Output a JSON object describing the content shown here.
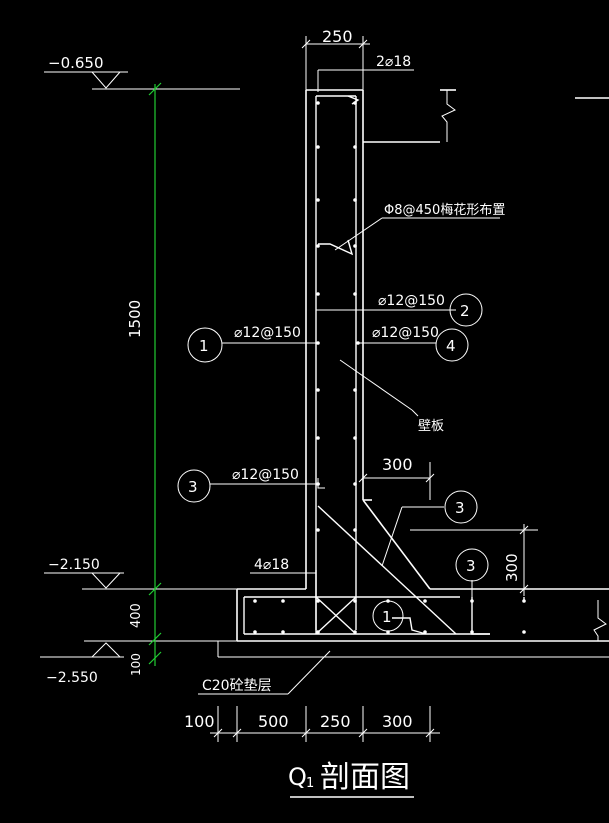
{
  "elevations": {
    "top": "−0.650",
    "mid": "−2.150",
    "bottom": "−2.550"
  },
  "dimensions": {
    "wall_thickness": "250",
    "height_total": "1500",
    "footing_thickness": "400",
    "cushion_thickness": "100",
    "haunch_width": "300",
    "haunch_height": "300",
    "bottom_100": "100",
    "bottom_500": "500",
    "bottom_250": "250",
    "bottom_300": "300"
  },
  "rebar_labels": {
    "top_bars": "2⌀18",
    "tie_bars": "Φ8@450梅花形布置",
    "bar_2": "⌀12@150",
    "bar_1": "⌀12@150",
    "bar_4": "⌀12@150",
    "bar_3": "⌀12@150",
    "footing_bars": "4⌀18"
  },
  "bubbles": {
    "b1": "1",
    "b2": "2",
    "b3": "3",
    "b4": "4"
  },
  "notes": {
    "wall_panel": "壁板",
    "cushion": "C20砼垫层"
  },
  "title": {
    "mark": "Q",
    "subscript": "1",
    "text": "剖面图"
  }
}
